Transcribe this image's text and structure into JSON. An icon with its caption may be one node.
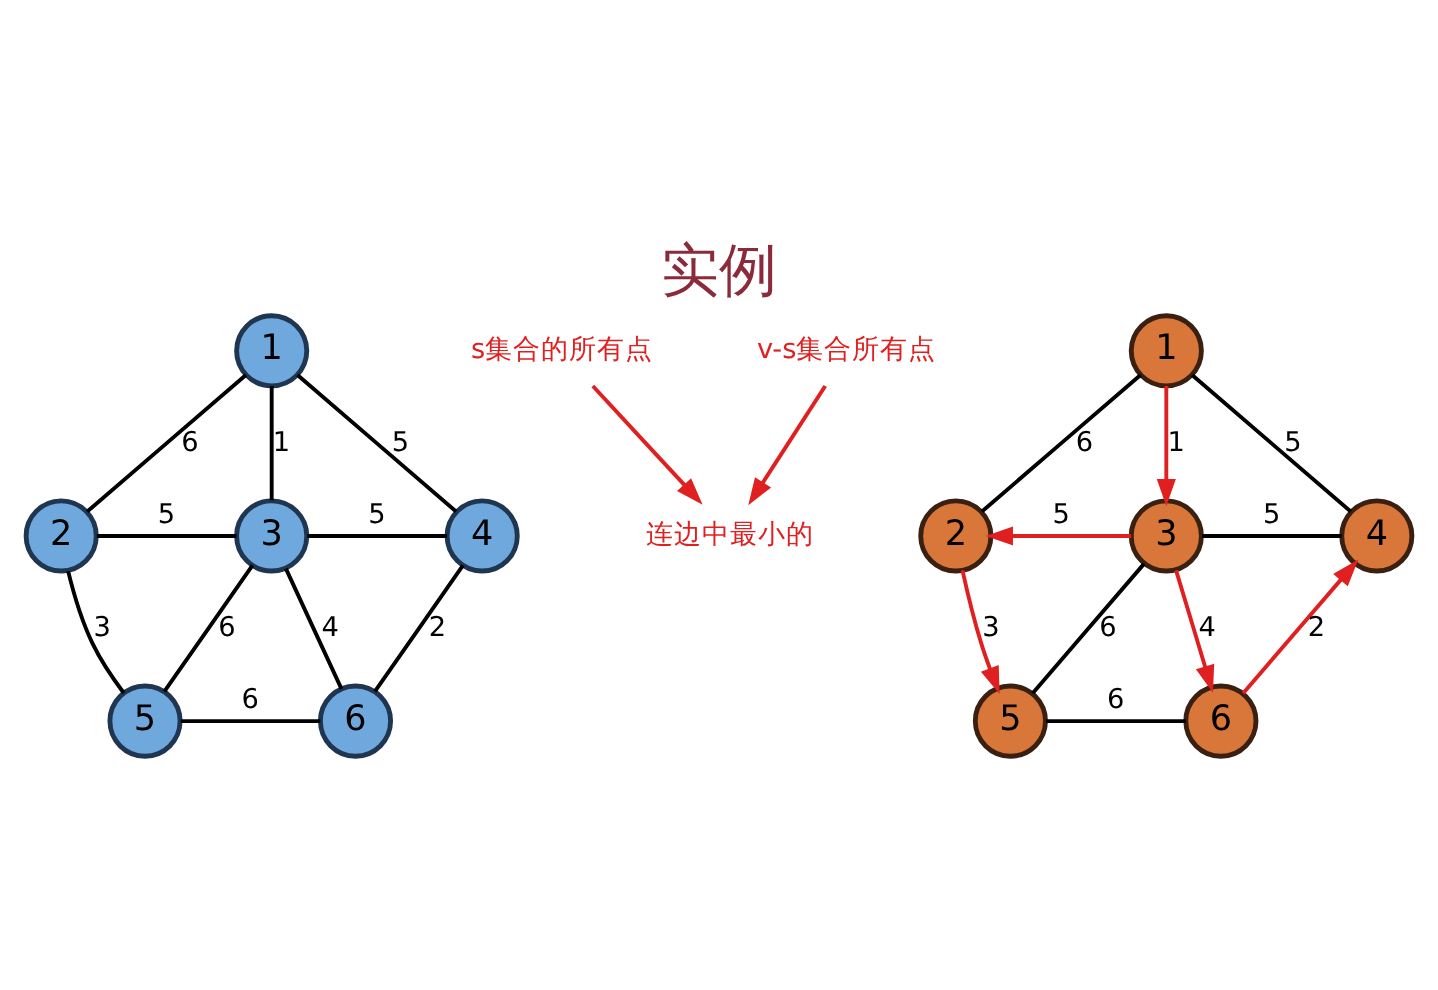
{
  "diagram": {
    "title": "实例",
    "nodes": [
      {
        "text": [
          "1"
        ]
      },
      {
        "text": [
          "2"
        ]
      },
      {
        "text": [
          "3"
        ]
      },
      {
        "text": [
          "4"
        ]
      },
      {
        "text": [
          "5"
        ]
      },
      {
        "text": [
          "6"
        ]
      },
      {
        "text": [
          "s集合的所有点"
        ]
      },
      {
        "text": [
          "v-s集合所有点"
        ]
      },
      {
        "text": [
          "连边中最小的"
        ]
      },
      {
        "text": [
          "1"
        ]
      },
      {
        "text": [
          "2"
        ]
      },
      {
        "text": [
          "3"
        ]
      },
      {
        "text": [
          "4"
        ]
      },
      {
        "text": [
          "5"
        ]
      },
      {
        "text": [
          "6"
        ]
      }
    ],
    "edges": [
      {
        "from": 0,
        "to": 1,
        "arrow": "none",
        "label": "6"
      },
      {
        "from": 0,
        "to": 2,
        "arrow": "none",
        "label": "1"
      },
      {
        "from": 0,
        "to": 3,
        "arrow": "none",
        "label": "5"
      },
      {
        "from": 1,
        "to": 2,
        "arrow": "none",
        "label": "5"
      },
      {
        "from": 2,
        "to": 3,
        "arrow": "none",
        "label": "5"
      },
      {
        "from": 1,
        "to": 4,
        "arrow": "none",
        "label": "3"
      },
      {
        "from": 2,
        "to": 4,
        "arrow": "none",
        "label": "6"
      },
      {
        "from": 2,
        "to": 5,
        "arrow": "none",
        "label": "4"
      },
      {
        "from": 3,
        "to": 5,
        "arrow": "none",
        "label": "2"
      },
      {
        "from": 4,
        "to": 5,
        "arrow": "none",
        "label": "6"
      },
      {
        "from": 6,
        "to": 8,
        "arrow": "to",
        "color": "#e02020"
      },
      {
        "from": 7,
        "to": 8,
        "arrow": "to",
        "color": "#e02020"
      },
      {
        "from": 9,
        "to": 10,
        "arrow": "none",
        "label": "6"
      },
      {
        "from": 9,
        "to": 11,
        "arrow": "to",
        "label": "1",
        "color": "#e02020"
      },
      {
        "from": 9,
        "to": 12,
        "arrow": "none",
        "label": "5"
      },
      {
        "from": 11,
        "to": 10,
        "arrow": "to",
        "label": "5",
        "color": "#e02020"
      },
      {
        "from": 11,
        "to": 12,
        "arrow": "none",
        "label": "5"
      },
      {
        "from": 10,
        "to": 13,
        "arrow": "to",
        "label": "3",
        "color": "#e02020"
      },
      {
        "from": 11,
        "to": 13,
        "arrow": "none",
        "label": "6"
      },
      {
        "from": 11,
        "to": 14,
        "arrow": "to",
        "label": "4",
        "color": "#e02020"
      },
      {
        "from": 14,
        "to": 12,
        "arrow": "to",
        "label": "2",
        "color": "#e02020"
      },
      {
        "from": 13,
        "to": 14,
        "arrow": "none",
        "label": "6"
      }
    ]
  }
}
